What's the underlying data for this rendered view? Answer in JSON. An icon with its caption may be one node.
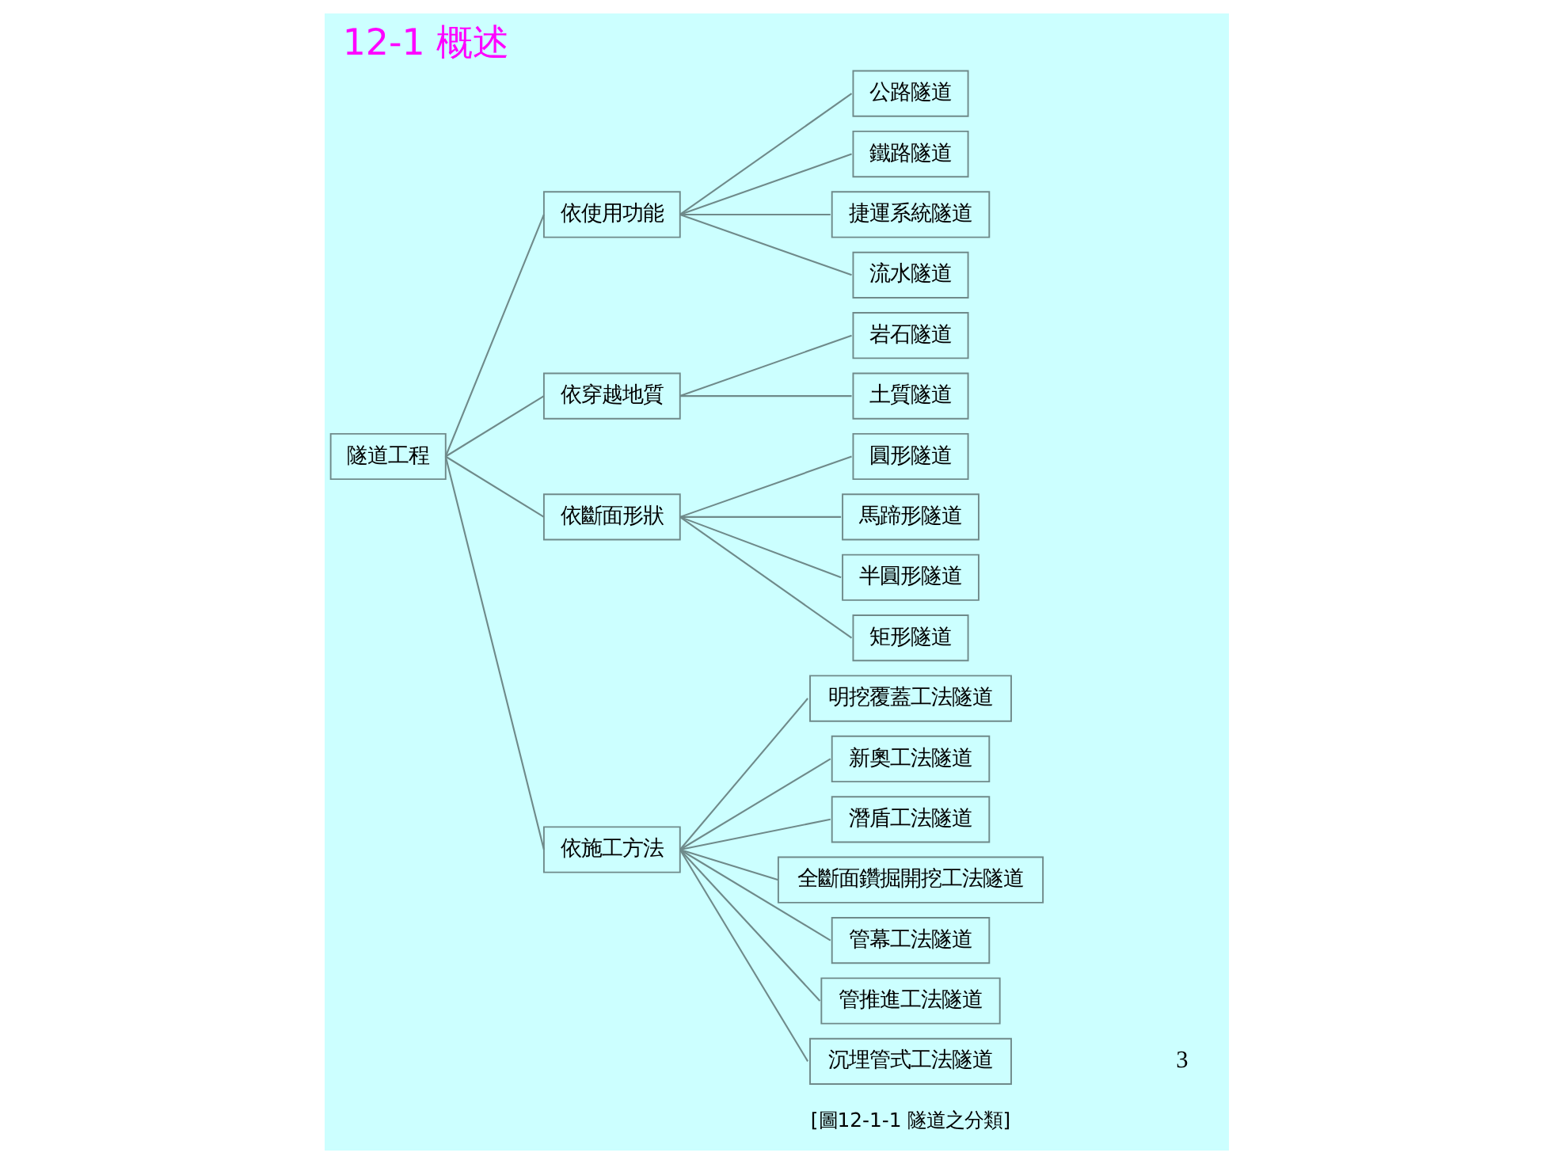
{
  "diagram": {
    "title": "12-1 概述",
    "caption": "[圖12-1-1 隧道之分類]",
    "nodes": [
      {
        "text": [
          "隧道工程"
        ]
      },
      {
        "text": [
          "依使用功能"
        ]
      },
      {
        "text": [
          "公路隧道"
        ]
      },
      {
        "text": [
          "鐵路隧道"
        ]
      },
      {
        "text": [
          "捷運系統隧道"
        ]
      },
      {
        "text": [
          "流水隧道"
        ]
      },
      {
        "text": [
          "依穿越地質"
        ]
      },
      {
        "text": [
          "岩石隧道"
        ]
      },
      {
        "text": [
          "土質隧道"
        ]
      },
      {
        "text": [
          "依斷面形狀"
        ]
      },
      {
        "text": [
          "圓形隧道"
        ]
      },
      {
        "text": [
          "馬蹄形隧道"
        ]
      },
      {
        "text": [
          "半圓形隧道"
        ]
      },
      {
        "text": [
          "矩形隧道"
        ]
      },
      {
        "text": [
          "依施工方法"
        ]
      },
      {
        "text": [
          "明挖覆蓋工法隧道"
        ]
      },
      {
        "text": [
          "新奧工法隧道"
        ]
      },
      {
        "text": [
          "潛盾工法隧道"
        ]
      },
      {
        "text": [
          "全斷面鑽掘開挖工法隧道"
        ]
      },
      {
        "text": [
          "管幕工法隧道"
        ]
      },
      {
        "text": [
          "管推進工法隧道"
        ]
      },
      {
        "text": [
          "沉埋管式工法隧道"
        ]
      }
    ],
    "edges": [
      {
        "from": 0,
        "to": 1,
        "arrow": "none"
      },
      {
        "from": 0,
        "to": 6,
        "arrow": "none"
      },
      {
        "from": 0,
        "to": 9,
        "arrow": "none"
      },
      {
        "from": 0,
        "to": 14,
        "arrow": "none"
      },
      {
        "from": 1,
        "to": 2,
        "arrow": "none"
      },
      {
        "from": 1,
        "to": 3,
        "arrow": "none"
      },
      {
        "from": 1,
        "to": 4,
        "arrow": "none"
      },
      {
        "from": 1,
        "to": 5,
        "arrow": "none"
      },
      {
        "from": 6,
        "to": 7,
        "arrow": "none"
      },
      {
        "from": 6,
        "to": 8,
        "arrow": "none"
      },
      {
        "from": 9,
        "to": 10,
        "arrow": "none"
      },
      {
        "from": 9,
        "to": 11,
        "arrow": "none"
      },
      {
        "from": 9,
        "to": 12,
        "arrow": "none"
      },
      {
        "from": 9,
        "to": 13,
        "arrow": "none"
      },
      {
        "from": 14,
        "to": 15,
        "arrow": "none"
      },
      {
        "from": 14,
        "to": 16,
        "arrow": "none"
      },
      {
        "from": 14,
        "to": 17,
        "arrow": "none"
      },
      {
        "from": 14,
        "to": 18,
        "arrow": "none"
      },
      {
        "from": 14,
        "to": 19,
        "arrow": "none"
      },
      {
        "from": 14,
        "to": 20,
        "arrow": "none"
      },
      {
        "from": 14,
        "to": 21,
        "arrow": "none"
      }
    ],
    "labels": [
      "3"
    ]
  }
}
